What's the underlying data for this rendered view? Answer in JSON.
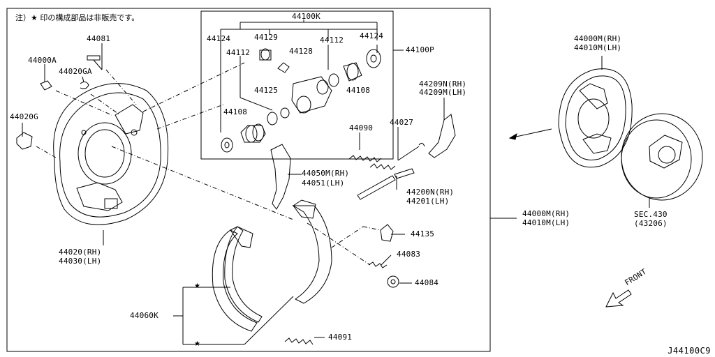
{
  "note": "注）★ 印の構成部品は非販売です。",
  "star": "★",
  "drawing_code": "J44100C9",
  "front_label": "FRONT",
  "labels": {
    "p44100K": "44100K",
    "p44100P": "44100P",
    "p44124_l": "44124",
    "p44124_r": "44124",
    "p44129": "44129",
    "p44112_l": "44112",
    "p44112_r": "44112",
    "p44128": "44128",
    "p44125": "44125",
    "p44108_l": "44108",
    "p44108_r": "44108",
    "p44081": "44081",
    "p44000A": "44000A",
    "p44020GA": "44020GA",
    "p44020G": "44020G",
    "p44020": "44020(RH)",
    "p44030": "44030(LH)",
    "p44090": "44090",
    "p44027": "44027",
    "p44209N": "44209N(RH)",
    "p44209M": "44209M(LH)",
    "p44050M": "44050M(RH)",
    "p44051": "44051(LH)",
    "p44200N": "44200N(RH)",
    "p44201": "44201(LH)",
    "p44135": "44135",
    "p44083": "44083",
    "p44084": "44084",
    "p44060K": "44060K",
    "p44091": "44091",
    "p44000M_top": "44000M(RH)",
    "p44010M_top": "44010M(LH)",
    "p44000M_mid": "44000M(RH)",
    "p44010M_mid": "44010M(LH)",
    "sec430": "SEC.430",
    "sec43206": "(43206)"
  }
}
